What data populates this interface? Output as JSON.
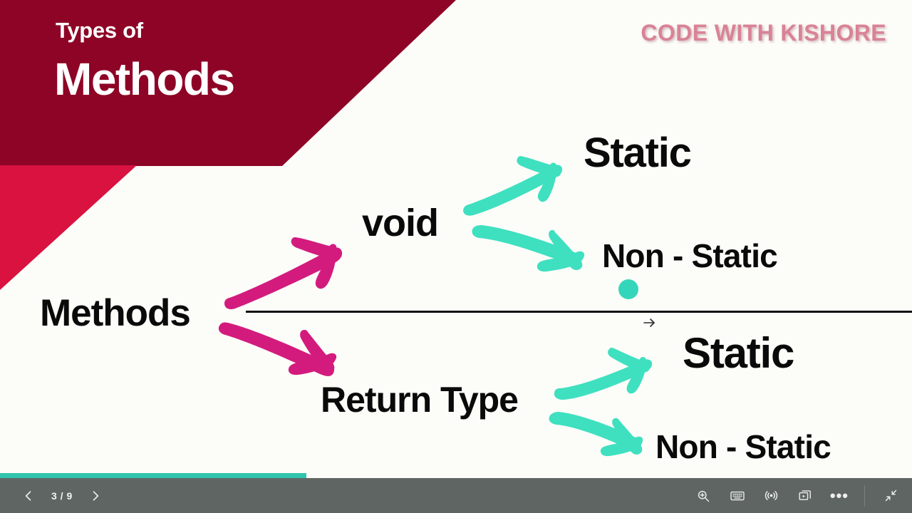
{
  "slide": {
    "title_line1": "Types of",
    "title_line2": "Methods",
    "brand": "CODE WITH KISHORE",
    "colors": {
      "banner_dark": "#8E0426",
      "banner_crimson": "#D9123F",
      "brand_text": "#D98296",
      "magenta_arrow": "#D31B7E",
      "teal_arrow": "#3EE0C0",
      "teal_dot": "#34D6BB",
      "progress": "#2FC4AE",
      "toolbar": "#5F6563",
      "slide_bg": "#FCFCF8",
      "node_text": "#0A0A0A"
    },
    "diagram": {
      "root": "Methods",
      "branches": [
        {
          "label": "void",
          "children": [
            "Static",
            "Non - Static"
          ]
        },
        {
          "label": "Return Type",
          "children": [
            "Static",
            "Non - Static"
          ]
        }
      ],
      "nodes": {
        "methods": "Methods",
        "void": "void",
        "void_static": "Static",
        "void_non_static": "Non - Static",
        "return_type": "Return Type",
        "rt_static": "Static",
        "rt_non_static": "Non - Static"
      },
      "annotations": {
        "mini_arrow": "→",
        "divider": "horizontal-rule",
        "dot": "teal-dot-marker"
      }
    }
  },
  "toolbar": {
    "prev_label": "‹",
    "next_label": "›",
    "page_indicator": "3 / 9",
    "current_page": 3,
    "total_pages": 9,
    "progress_percent": 33.6,
    "icons": [
      {
        "name": "zoom-in-icon",
        "glyph": "zoom-in"
      },
      {
        "name": "keyboard-icon",
        "glyph": "keyboard"
      },
      {
        "name": "laser-pointer-icon",
        "glyph": "broadcast"
      },
      {
        "name": "present-windows-icon",
        "glyph": "windows"
      },
      {
        "name": "more-options-icon",
        "glyph": "•••"
      },
      {
        "name": "exit-fullscreen-icon",
        "glyph": "collapse"
      }
    ],
    "more_label": "•••"
  }
}
